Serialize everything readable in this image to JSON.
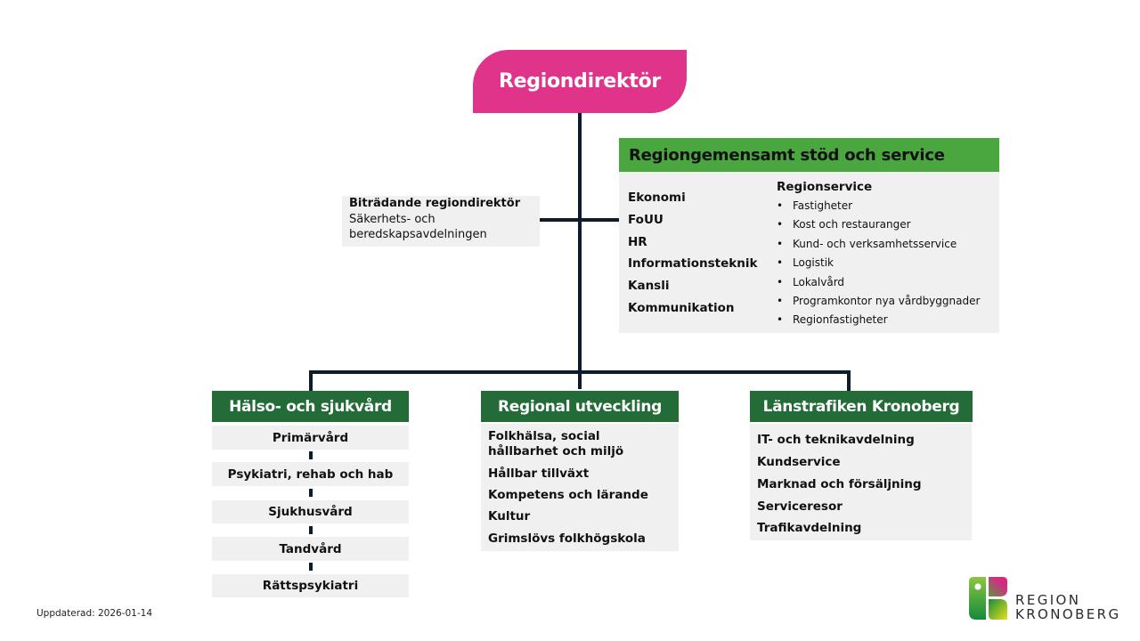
{
  "top": {
    "title": "Regiondirektör",
    "color": "#e0338a"
  },
  "deputy": {
    "title": "Biträdande regiondirektör",
    "subtitle": "Säkerhets- och beredskapsavdelningen"
  },
  "support": {
    "title": "Regiongemensamt stöd och service",
    "header_color": "#4aa63f",
    "departments": [
      "Ekonomi",
      "FoUU",
      "HR",
      "Informationsteknik",
      "Kansli",
      "Kommunikation"
    ],
    "regionservice": {
      "title": "Regionservice",
      "bullet": "•",
      "items": [
        "Fastigheter",
        "Kost och restauranger",
        "Kund- och verksamhetsservice",
        "Logistik",
        "Lokalvård",
        "Programkontor  nya vårdbyggnader",
        "Regionfastigheter"
      ]
    }
  },
  "columns": [
    {
      "title": "Hälso- och sjukvård",
      "units": [
        "Primärvård",
        "Psykiatri, rehab och hab",
        "Sjukhusvård",
        "Tandvård",
        "Rättspsykiatri"
      ]
    },
    {
      "title": "Regional utveckling",
      "units": [
        "Folkhälsa, social hållbarhet och miljö",
        "Hållbar tillväxt",
        "Kompetens och lärande",
        "Kultur",
        "Grimslövs folkhögskola"
      ]
    },
    {
      "title": "Länstrafiken Kronoberg",
      "units": [
        "IT- och teknikavdelning",
        "Kundservice",
        "Marknad och försäljning",
        "Serviceresor",
        "Trafikavdelning"
      ]
    }
  ],
  "column_header_color": "#236b37",
  "footer": {
    "updated": "Uppdaterad: 2026-01-14"
  },
  "logo": {
    "line1": "REGION",
    "line2": "KRONOBERG"
  }
}
